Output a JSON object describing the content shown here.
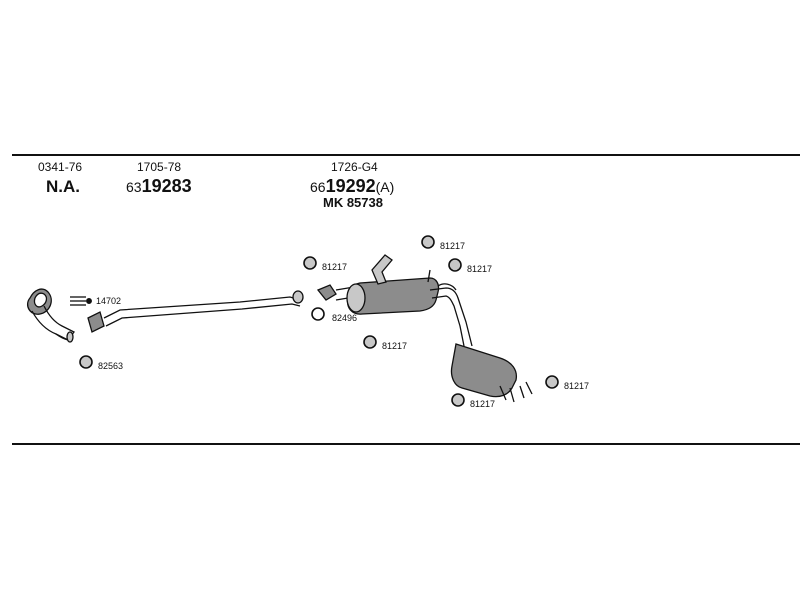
{
  "columns": [
    {
      "code": "0341-76",
      "part": "N.A.",
      "part_prefix": "",
      "part_suffix": "",
      "extra": ""
    },
    {
      "code": "1705-78",
      "part": "19283",
      "part_prefix": "63",
      "part_suffix": "",
      "extra": ""
    },
    {
      "code": "1726-G4",
      "part": "19292",
      "part_prefix": "66",
      "part_suffix": "(A)",
      "extra": "MK 85738"
    }
  ],
  "callouts": {
    "clamp_14702": "14702",
    "ring_82563": "82563",
    "ring_82496": "82496",
    "ring_81217_a": "81217",
    "ring_81217_b": "81217",
    "ring_81217_c": "81217",
    "ring_81217_d": "81217",
    "ring_81217_e": "81217",
    "ring_81217_f": "81217"
  },
  "colors": {
    "ink": "#111111",
    "part_fill": "#8c8c8c",
    "part_light": "#c8c8c8",
    "background": "#ffffff"
  }
}
